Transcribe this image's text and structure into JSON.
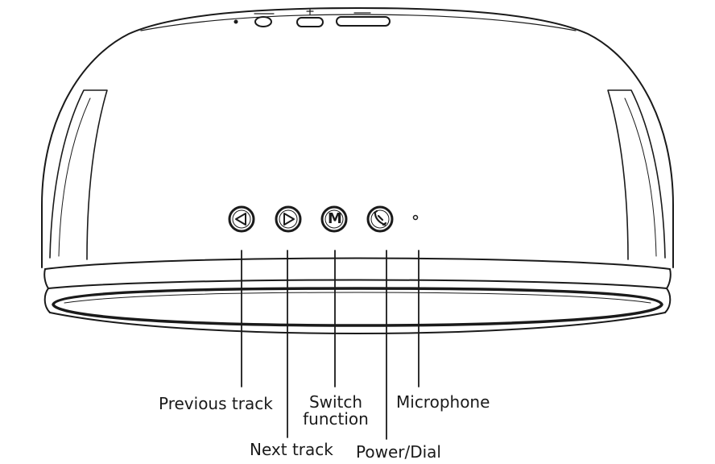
{
  "labels": {
    "previous_track": "Previous track",
    "next_track": "Next track",
    "switch_function": [
      "Switch",
      "function"
    ],
    "power_dial": "Power/Dial",
    "microphone": "Microphone"
  },
  "buttons": {
    "previous_icon": "triangle-left-icon",
    "next_icon": "triangle-right-icon",
    "mode_glyph": "M",
    "power_icon": "power-phone-icon"
  },
  "colors": {
    "line": "#1a1a1a",
    "background": "#ffffff"
  }
}
